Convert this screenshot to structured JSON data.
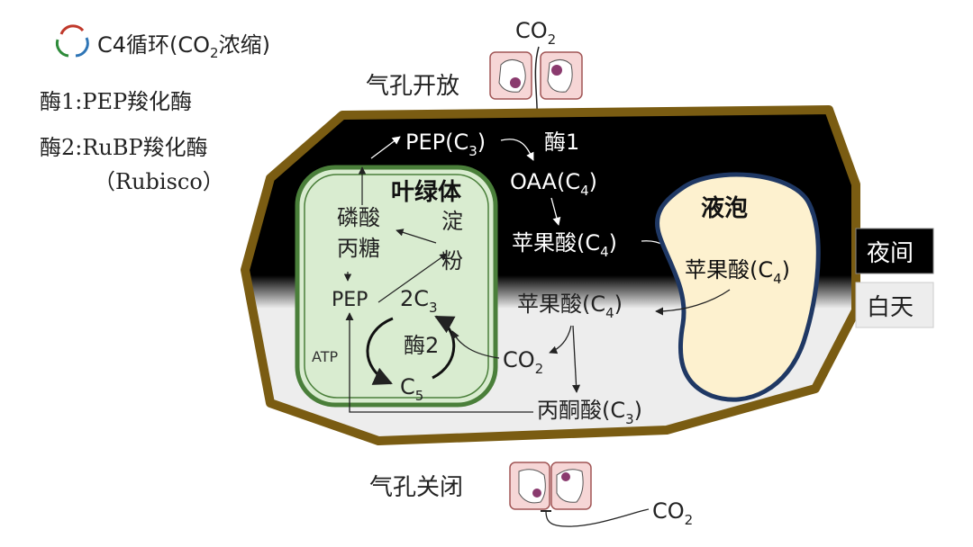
{
  "legend": {
    "title": "C4循环(CO",
    "title_sub": "2",
    "title_end": "浓缩)",
    "enzyme1": "酶1:PEP羧化酶",
    "enzyme2": "酶2:RuBP羧化酶",
    "enzyme2_alias": "（Rubisco）"
  },
  "stomata": {
    "open_label": "气孔开放",
    "closed_label": "气孔关闭",
    "co2_top": "CO",
    "co2_top_sub": "2",
    "co2_bottom": "CO",
    "co2_bottom_sub": "2"
  },
  "cell": {
    "pep_c3_night": "PEP(C",
    "pep_c3_night_sub": "3",
    "pep_c3_night_end": ")",
    "enzyme1_label": "酶1",
    "oaa": "OAA(C",
    "oaa_sub": "4",
    "oaa_end": ")",
    "malate_night": "苹果酸(C",
    "malate_night_sub": "4",
    "malate_night_end": ")",
    "malate_day": "苹果酸(C",
    "malate_day_sub": "4",
    "malate_day_end": ")",
    "co2_day": "CO",
    "co2_day_sub": "2",
    "pyruvate": "丙酮酸(C",
    "pyruvate_sub": "3",
    "pyruvate_end": ")"
  },
  "chloroplast": {
    "title": "叶绿体",
    "triose_line1": "磷酸",
    "triose_line2": "丙糖",
    "starch_line1": "淀",
    "starch_line2": "粉",
    "pep": "PEP",
    "two_c3": "2C",
    "two_c3_sub": "3",
    "enzyme2_label": "酶2",
    "c5": "C",
    "c5_sub": "5",
    "atp": "ATP"
  },
  "vacuole": {
    "title": "液泡",
    "malate": "苹果酸(C",
    "malate_sub": "4",
    "malate_end": ")"
  },
  "time_legend": {
    "night": "夜间",
    "day": "白天"
  },
  "colors": {
    "cell_wall": "#7a5c12",
    "night_fill": "#000000",
    "day_fill": "#efefef",
    "chloroplast_fill": "#d9ecd0",
    "chloroplast_stroke": "#4a7f3a",
    "vacuole_fill": "#fdf1cf",
    "vacuole_stroke": "#1f3864",
    "stoma_fill": "#f6d6d6"
  }
}
